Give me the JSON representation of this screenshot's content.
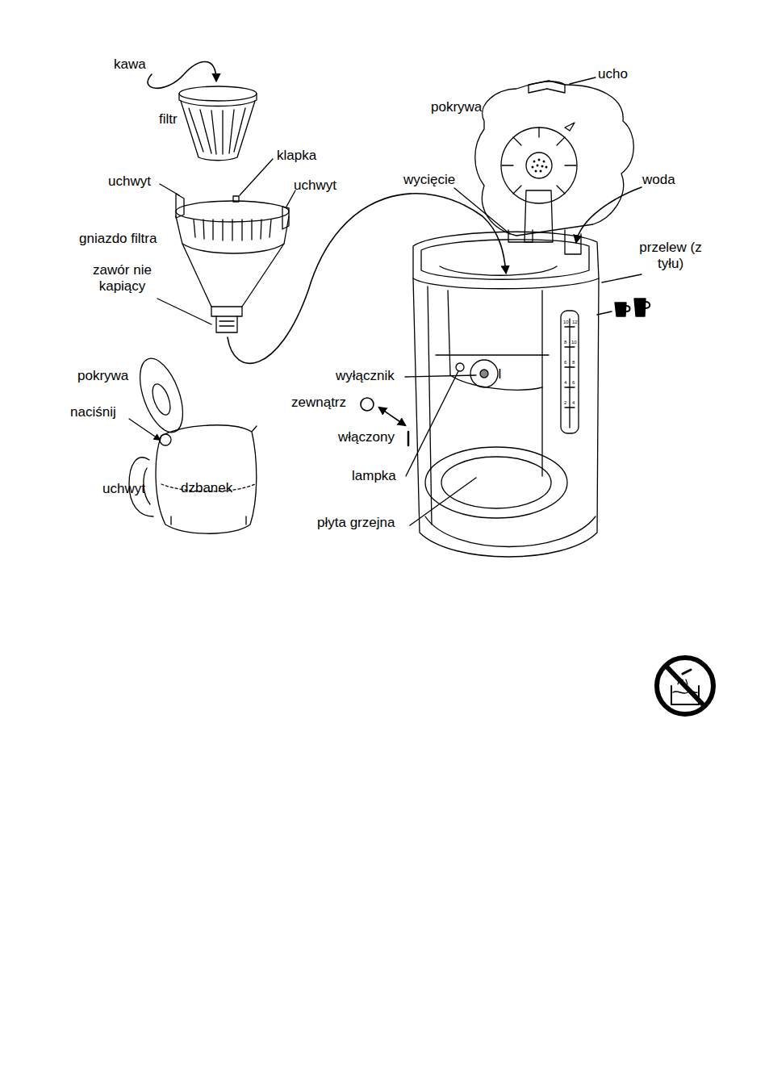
{
  "diagram": {
    "labels": [
      "kawa",
      "filtr",
      "klapka",
      "uchwyt",
      "uchwyt",
      "gniazdo filtra",
      "zawór nie kapiący",
      "pokrywa",
      "naciśnij",
      "uchwyt",
      "dzbanek",
      "ucho",
      "pokrywa",
      "wycięcie",
      "woda",
      "przelew (z tyłu)",
      "wyłącznik",
      "I",
      "zewnątrz",
      "włączony",
      "lampka",
      "płyta grzejna",
      "10",
      "12",
      "8",
      "10",
      "6",
      "8",
      "4",
      "6",
      "2",
      "4"
    ]
  }
}
